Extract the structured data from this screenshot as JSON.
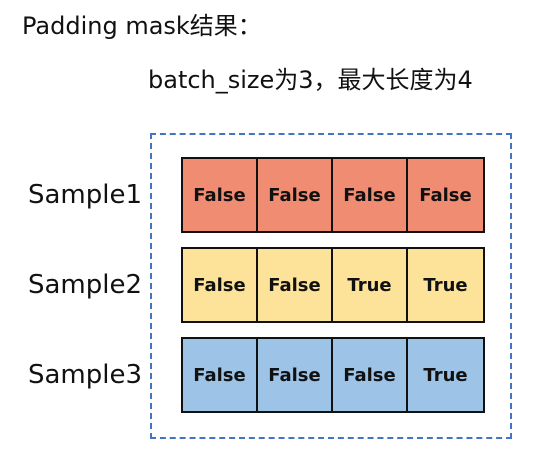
{
  "title": "Padding mask结果：",
  "subtitle": "batch_size为3，最大长度为4",
  "colors": {
    "border_dashed": "#4472c4",
    "row1": "#ef8c72",
    "row2": "#fde29a",
    "row3": "#9dc3e6"
  },
  "rows": [
    {
      "label": "Sample1",
      "cells": [
        "False",
        "False",
        "False",
        "False"
      ]
    },
    {
      "label": "Sample2",
      "cells": [
        "False",
        "False",
        "True",
        "True"
      ]
    },
    {
      "label": "Sample3",
      "cells": [
        "False",
        "False",
        "False",
        "True"
      ]
    }
  ]
}
